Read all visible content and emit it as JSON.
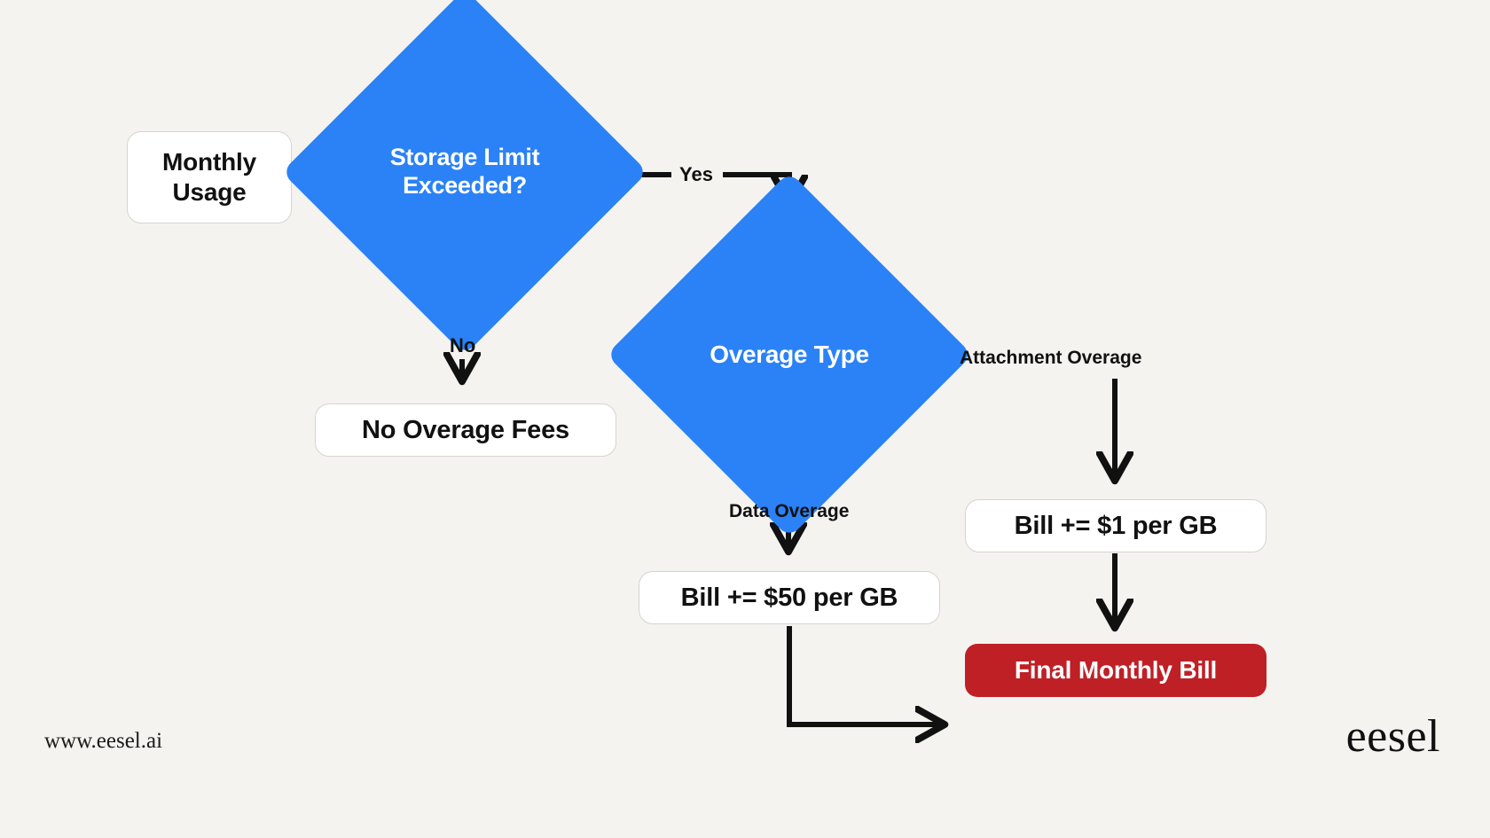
{
  "page": {
    "background_color": "#f4f3f0",
    "footer_url": "www.eesel.ai",
    "brand_logo": "eesel"
  },
  "colors": {
    "decision_blue": "#2b82f6",
    "terminal_red": "#bf2026",
    "box_white": "#ffffff",
    "edge_black": "#111111",
    "text_dark": "#111111",
    "text_light": "#ffffff"
  },
  "chart_data": {
    "type": "diagram",
    "title": "Monthly Usage Overage Billing Flow",
    "nodes": [
      {
        "id": "monthly-usage",
        "label": "Monthly\nUsage",
        "shape": "rounded-rect",
        "fill": "#ffffff"
      },
      {
        "id": "storage-limit",
        "label": "Storage Limit\nExceeded?",
        "shape": "diamond",
        "fill": "#2b82f6"
      },
      {
        "id": "no-overage-fees",
        "label": "No Overage Fees",
        "shape": "rounded-rect",
        "fill": "#ffffff"
      },
      {
        "id": "overage-type",
        "label": "Overage Type",
        "shape": "diamond",
        "fill": "#2b82f6"
      },
      {
        "id": "bill-50",
        "label": "Bill += $50 per GB",
        "shape": "rounded-rect",
        "fill": "#ffffff"
      },
      {
        "id": "bill-1",
        "label": "Bill += $1 per GB",
        "shape": "rounded-rect",
        "fill": "#ffffff"
      },
      {
        "id": "final-bill",
        "label": "Final Monthly Bill",
        "shape": "rounded-rect",
        "fill": "#bf2026"
      }
    ],
    "edges": [
      {
        "from": "monthly-usage",
        "to": "storage-limit",
        "label": ""
      },
      {
        "from": "storage-limit",
        "to": "overage-type",
        "label": "Yes"
      },
      {
        "from": "storage-limit",
        "to": "no-overage-fees",
        "label": "No"
      },
      {
        "from": "overage-type",
        "to": "bill-1",
        "label": "Attachment Overage"
      },
      {
        "from": "overage-type",
        "to": "bill-50",
        "label": "Data Overage"
      },
      {
        "from": "bill-1",
        "to": "final-bill",
        "label": ""
      },
      {
        "from": "bill-50",
        "to": "final-bill",
        "label": ""
      }
    ]
  },
  "nodes": {
    "monthly_usage": "Monthly\nUsage",
    "storage_limit": "Storage Limit\nExceeded?",
    "no_overage_fees": "No Overage Fees",
    "overage_type": "Overage Type",
    "bill_50": "Bill += $50 per GB",
    "bill_1": "Bill += $1 per GB",
    "final_bill": "Final Monthly Bill"
  },
  "edge_labels": {
    "yes": "Yes",
    "no": "No",
    "attachment_overage": "Attachment Overage",
    "data_overage": "Data Overage"
  }
}
